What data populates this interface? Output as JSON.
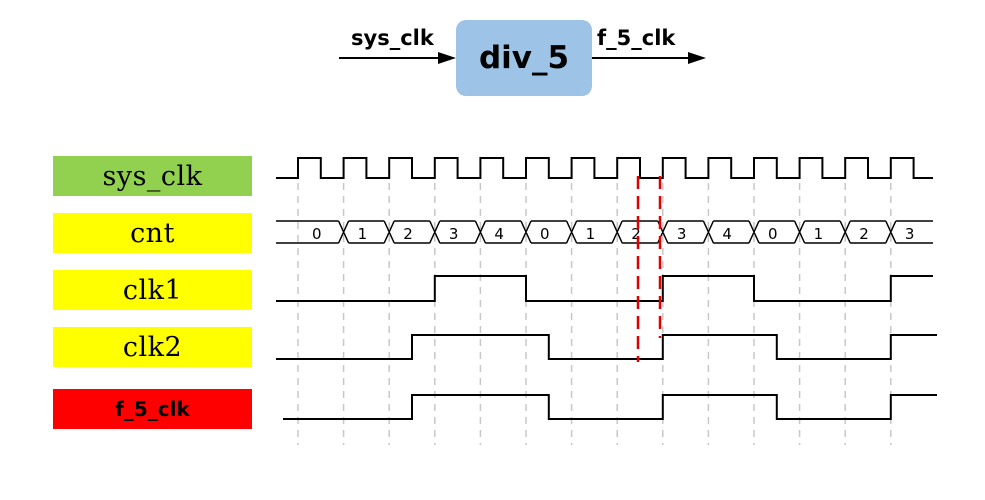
{
  "block": {
    "name": "div_5",
    "input": "sys_clk",
    "output": "f_5_clk",
    "color": "#9dc3e6"
  },
  "signals": [
    {
      "id": "sys_clk",
      "label": "sys_clk",
      "color": "#92d050"
    },
    {
      "id": "cnt",
      "label": "cnt",
      "color": "#ffff00"
    },
    {
      "id": "clk1",
      "label": "clk1",
      "color": "#ffff00"
    },
    {
      "id": "clk2",
      "label": "clk2",
      "color": "#ffff00"
    },
    {
      "id": "f_5_clk",
      "label": "f_5_clk",
      "color": "#ff0000"
    }
  ],
  "cnt_values": [
    "0",
    "1",
    "2",
    "3",
    "4",
    "0",
    "1",
    "2",
    "3",
    "4",
    "0",
    "1",
    "2",
    "3"
  ],
  "clk1_levels": [
    0,
    0,
    0,
    1,
    1,
    0,
    0,
    0,
    1,
    1,
    0,
    0,
    0,
    1
  ],
  "clk2_levels": [
    0,
    0,
    0.5,
    1,
    1,
    0.5,
    0,
    0,
    1,
    1,
    0.5,
    0,
    0,
    1
  ],
  "f_5_clk_levels": [
    0,
    0,
    0.5,
    1,
    1,
    0.5,
    0,
    0,
    1,
    1,
    0.5,
    0,
    0,
    1
  ],
  "marker_color": "#e00000"
}
